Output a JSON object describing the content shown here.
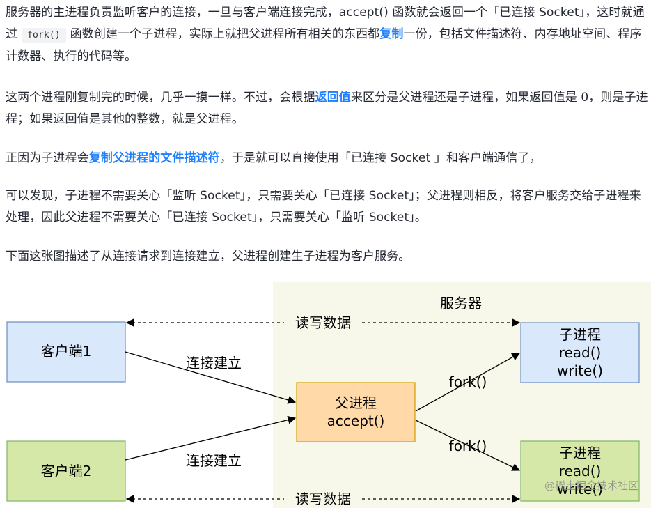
{
  "article": {
    "p1": {
      "t1": "服务器的主进程负责监听客户的连接，一旦与客户端连接完成，accept() 函数就会返回一个「已连接 Socket」，这时就通过",
      "code": "fork()",
      "t2": "函数创建一个子进程，实际上就把父进程所有相关的东西都",
      "hl": "复制",
      "t3": "一份，包括文件描述符、内存地址空间、程序计数器、执行的代码等。"
    },
    "p2": {
      "t1": "这两个进程刚复制完的时候，几乎一摸一样。不过，会根据",
      "hl": "返回值",
      "t2": "来区分是父进程还是子进程，如果返回值是 0，则是子进程；如果返回值是其他的整数，就是父进程。"
    },
    "p3": {
      "t1": "正因为子进程会",
      "hl": "复制父进程的文件描述符",
      "t2": "，于是就可以直接使用「已连接 Socket 」和客户端通信了，"
    },
    "p4": "可以发现，子进程不需要关心「监听 Socket」，只需要关心「已连接 Socket」；父进程则相反，将客户服务交给子进程来处理，因此父进程不需要关心「已连接 Socket」，只需要关心「监听 Socket」。",
    "p5": "下面这张图描述了从连接请求到连接建立，父进程创建生子进程为客户服务。"
  },
  "diagram": {
    "server_label": "服务器",
    "client1": "客户端1",
    "client2": "客户端2",
    "parent": {
      "line1": "父进程",
      "line2": "accept()"
    },
    "child1": {
      "line1": "子进程",
      "line2": "read()",
      "line3": "write()"
    },
    "child2": {
      "line1": "子进程",
      "line2": "read()",
      "line3": "write()"
    },
    "rw_top": "读写数据",
    "rw_bottom": "读写数据",
    "connect1": "连接建立",
    "connect2": "连接建立",
    "fork1": "fork()",
    "fork2": "fork()",
    "watermark": "@稀土掘金技术社区",
    "colors": {
      "server_bg": "#f7f8ea",
      "client_blue": "#dae8fc",
      "client_green": "#d5e8a8",
      "parent": "#ffd9a8",
      "parent_stroke": "#d79b00",
      "child_green": "#d5e8a8"
    }
  }
}
